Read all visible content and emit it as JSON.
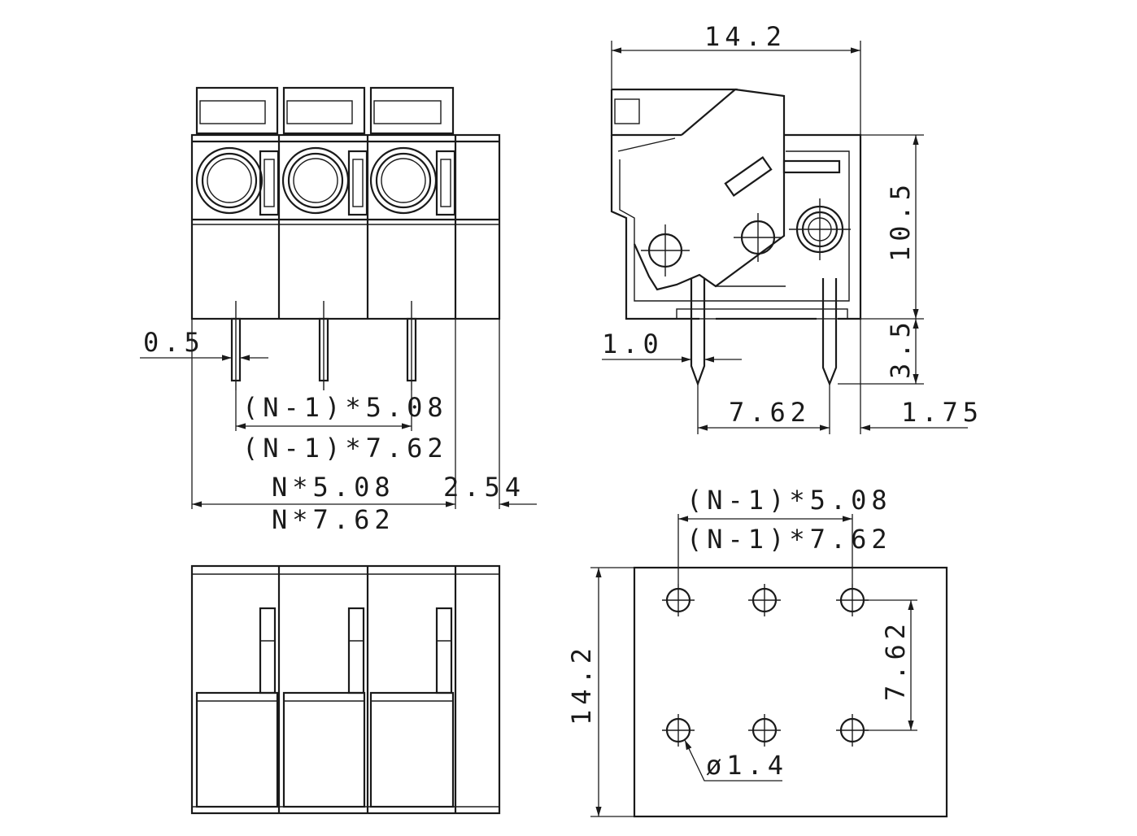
{
  "front_view": {
    "dims": {
      "pin_width": "0.5",
      "pitch_a": "(N-1)*5.08",
      "pitch_b": "(N-1)*7.62",
      "width_a": "N*5.08",
      "width_b": "N*7.62",
      "end_offset": "2.54"
    }
  },
  "side_view": {
    "dims": {
      "depth": "14.2",
      "body_height": "10.5",
      "pin_length": "3.5",
      "pin_width": "1.0",
      "pin_spacing": "7.62",
      "edge_offset": "1.75"
    }
  },
  "footprint_view": {
    "dims": {
      "pitch_a": "(N-1)*5.08",
      "pitch_b": "(N-1)*7.62",
      "height": "14.2",
      "row_spacing": "7.62",
      "hole_diameter": "ø1.4"
    }
  }
}
